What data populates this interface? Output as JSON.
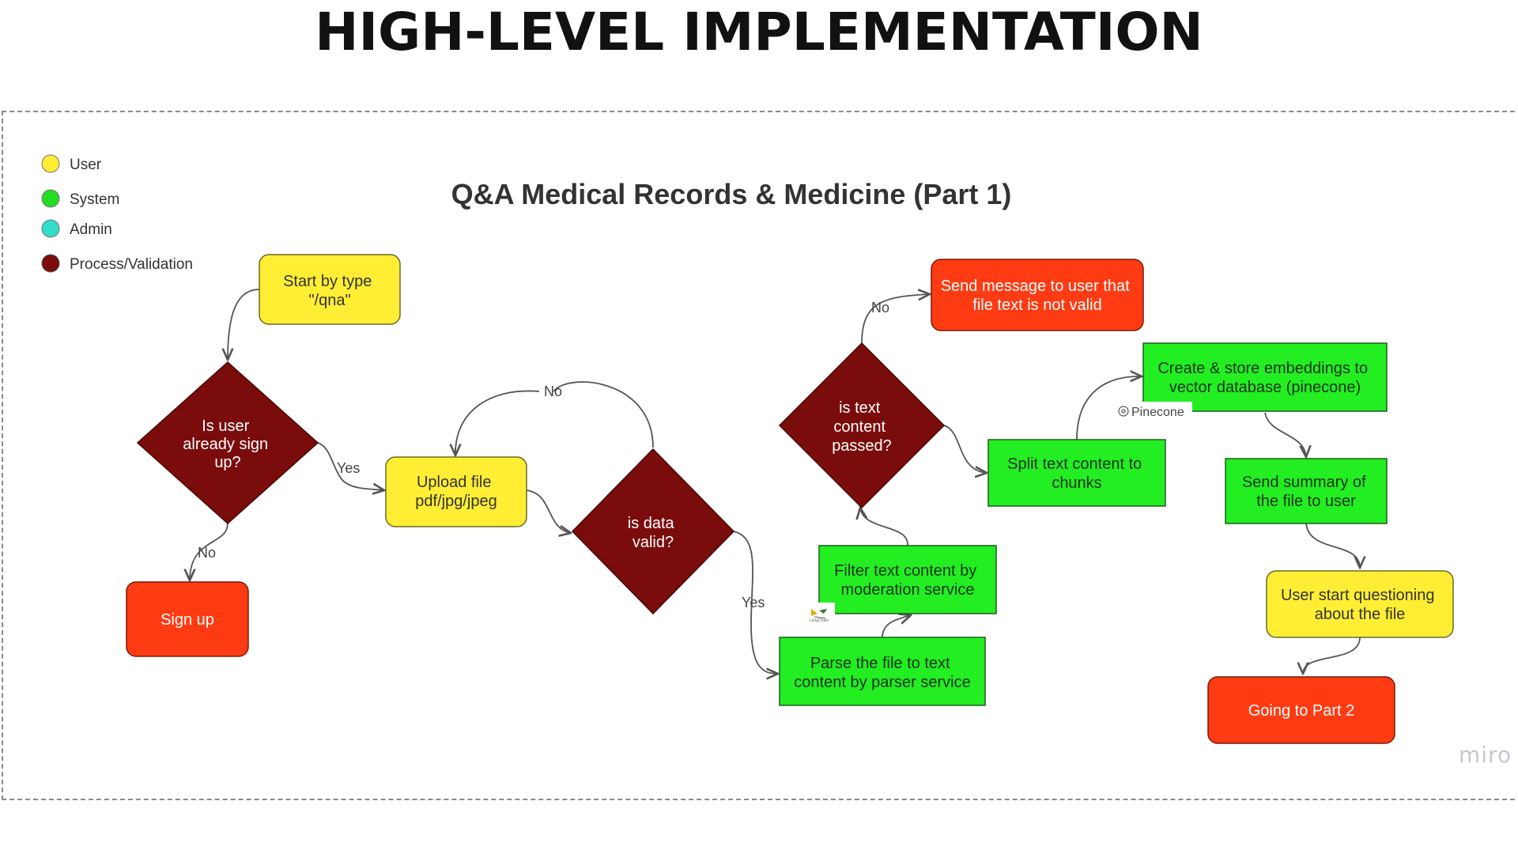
{
  "page": {
    "title": "HIGH-LEVEL IMPLEMENTATION"
  },
  "diagram": {
    "title": "Q&A Medical Records & Medicine (Part 1)",
    "watermark": "miro",
    "legend": [
      {
        "label": "User",
        "color": "#ffee33"
      },
      {
        "label": "System",
        "color": "#22dd22"
      },
      {
        "label": "Admin",
        "color": "#33dccc"
      },
      {
        "label": "Process/Validation",
        "color": "#7a0c0c"
      }
    ],
    "colors": {
      "user": "#ffee33",
      "system": "#22ee22",
      "process": "#7a0c0c",
      "terminal": "#ff3b13",
      "edge": "#555555"
    },
    "nodes": {
      "start": [
        "Start by type",
        "\"/qna\""
      ],
      "is_signed_up": [
        "Is user",
        "already sign",
        "up?"
      ],
      "sign_up": [
        "Sign up"
      ],
      "upload": [
        "Upload file",
        "pdf/jpg/jpeg"
      ],
      "is_valid": [
        "is data",
        "valid?"
      ],
      "parse": [
        "Parse the file to text",
        "content by parser service"
      ],
      "filter": [
        "Filter text content by",
        "moderation service"
      ],
      "is_passed": [
        "is text",
        "content",
        "passed?"
      ],
      "not_valid_msg": [
        "Send message to user that",
        "file text is not valid"
      ],
      "split": [
        "Split text content to",
        "chunks"
      ],
      "embeddings": [
        "Create & store embeddings to",
        "vector database (pinecone)"
      ],
      "summary": [
        "Send summary of",
        "the file to user"
      ],
      "questioning": [
        "User start questioning",
        "about the file"
      ],
      "part2": [
        "Going to Part 2"
      ]
    },
    "edge_labels": {
      "yes_signed_up": "Yes",
      "no_signed_up": "No",
      "no_valid": "No",
      "yes_valid": "Yes",
      "no_passed": "No"
    },
    "service_tags": {
      "pinecone": "Pinecone",
      "langchain": "LangChain"
    }
  }
}
